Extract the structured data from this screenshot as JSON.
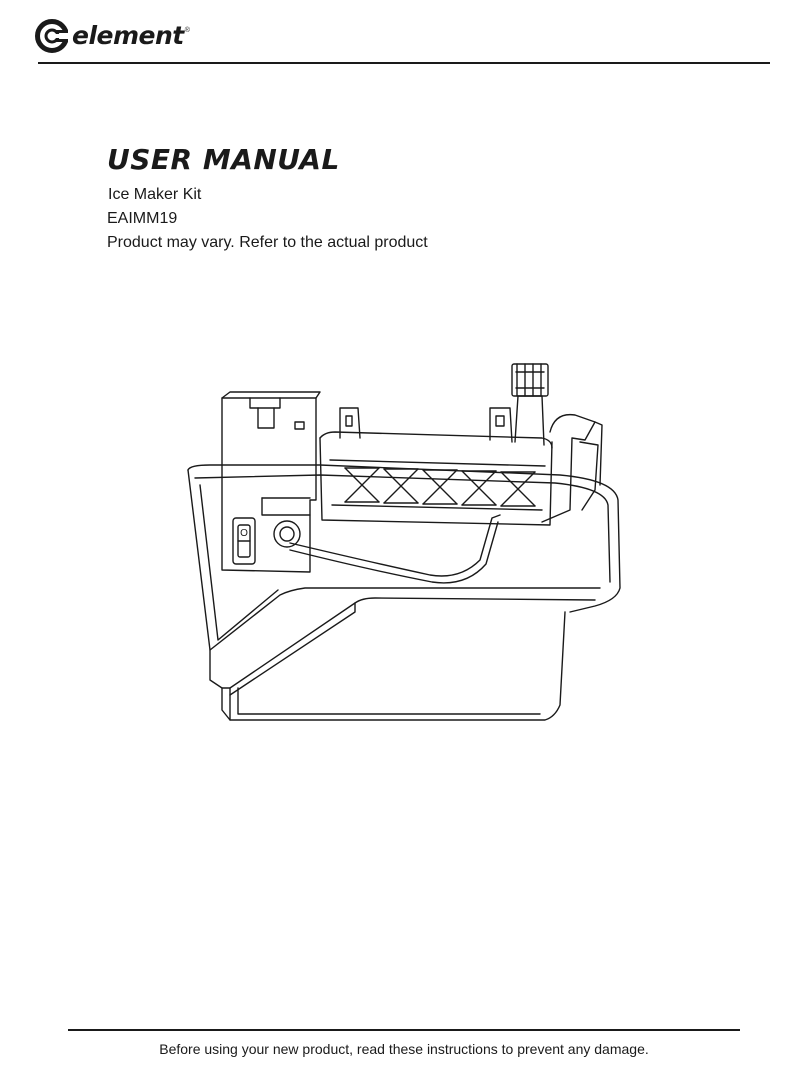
{
  "header": {
    "brand_name": "element",
    "brand_mark": "®",
    "logo_icon": "element-logo-icon"
  },
  "document": {
    "title": "USER MANUAL",
    "product_name": "Ice Maker Kit",
    "model_number": "EAIMM19",
    "disclaimer": "Product may vary. Refer to the actual product"
  },
  "illustration": {
    "icon": "ice-maker-illustration",
    "switch_label": "O"
  },
  "footer": {
    "notice": "Before using your new product, read these instructions to prevent any damage."
  }
}
